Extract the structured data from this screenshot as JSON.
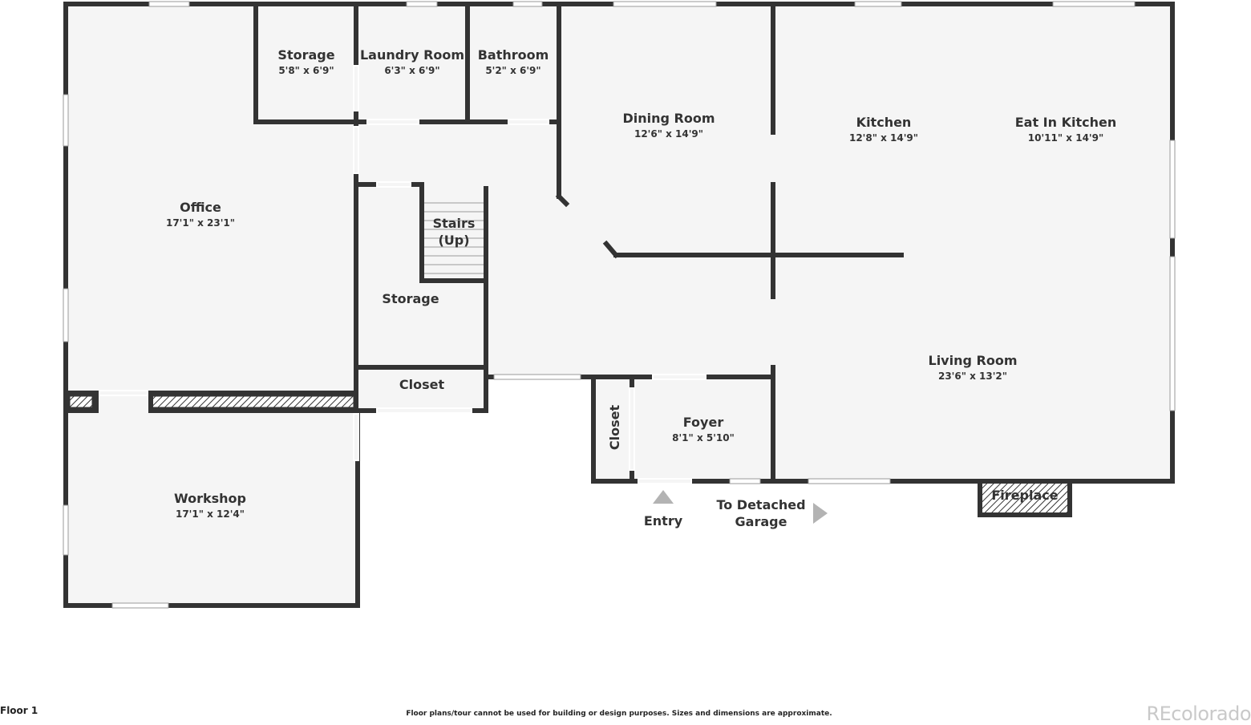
{
  "colors": {
    "wall": "#333333",
    "floor": "#f5f5f5",
    "window": "#ffffff",
    "arrow": "#b3b3b3",
    "brand": "#c9c9c9"
  },
  "rooms": {
    "office": {
      "name": "Office",
      "dim": "17'1\" x 23'1\""
    },
    "storage_top": {
      "name": "Storage",
      "dim": "5'8\" x 6'9\""
    },
    "laundry": {
      "name": "Laundry Room",
      "dim": "6'3\" x 6'9\""
    },
    "bathroom": {
      "name": "Bathroom",
      "dim": "5'2\" x 6'9\""
    },
    "dining": {
      "name": "Dining Room",
      "dim": "12'6\" x 14'9\""
    },
    "kitchen": {
      "name": "Kitchen",
      "dim": "12'8\" x 14'9\""
    },
    "eat_in_kitchen": {
      "name": "Eat In Kitchen",
      "dim": "10'11\" x 14'9\""
    },
    "living": {
      "name": "Living Room",
      "dim": "23'6\" x 13'2\""
    },
    "foyer": {
      "name": "Foyer",
      "dim": "8'1\" x 5'10\""
    },
    "workshop": {
      "name": "Workshop",
      "dim": "17'1\" x 12'4\""
    },
    "stairs": {
      "line1": "Stairs",
      "line2": "(Up)"
    },
    "storage_mid": {
      "name": "Storage"
    },
    "closet_mid": {
      "name": "Closet"
    },
    "closet_foyer": {
      "name": "Closet"
    },
    "fireplace": {
      "name": "Fireplace"
    }
  },
  "labels": {
    "entry": "Entry",
    "garage_line1": "To Detached",
    "garage_line2": "Garage"
  },
  "footer": {
    "floor": "Floor 1",
    "disclaimer": "Floor plans/tour cannot be used for building or design purposes. Sizes and dimensions are approximate.",
    "brand": "REcolorado"
  }
}
